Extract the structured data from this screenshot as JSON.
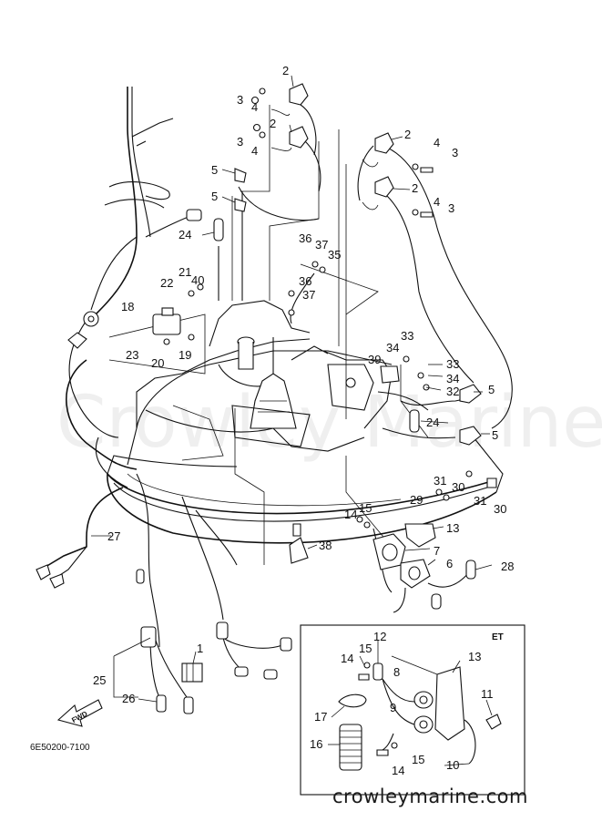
{
  "diagram": {
    "drawing_code": "6E50200-7100",
    "watermark": "Crowley Marine",
    "site": "crowleymarine.com",
    "inset_title": "ET",
    "fwd_label": "FWD",
    "callouts": [
      {
        "id": "c2a",
        "label": "2"
      },
      {
        "id": "c3a",
        "label": "3"
      },
      {
        "id": "c4a",
        "label": "4"
      },
      {
        "id": "c2b",
        "label": "2"
      },
      {
        "id": "c3b",
        "label": "3"
      },
      {
        "id": "c4b",
        "label": "4"
      },
      {
        "id": "c2c",
        "label": "2"
      },
      {
        "id": "c4c",
        "label": "4"
      },
      {
        "id": "c3c",
        "label": "3"
      },
      {
        "id": "c2d",
        "label": "2"
      },
      {
        "id": "c4d",
        "label": "4"
      },
      {
        "id": "c3d",
        "label": "3"
      },
      {
        "id": "c5a",
        "label": "5"
      },
      {
        "id": "c5b",
        "label": "5"
      },
      {
        "id": "c24a",
        "label": "24"
      },
      {
        "id": "c36a",
        "label": "36"
      },
      {
        "id": "c37a",
        "label": "37"
      },
      {
        "id": "c35",
        "label": "35"
      },
      {
        "id": "c21",
        "label": "21"
      },
      {
        "id": "c40",
        "label": "40"
      },
      {
        "id": "c22",
        "label": "22"
      },
      {
        "id": "c36b",
        "label": "36"
      },
      {
        "id": "c37b",
        "label": "37"
      },
      {
        "id": "c18",
        "label": "18"
      },
      {
        "id": "c23",
        "label": "23"
      },
      {
        "id": "c20",
        "label": "20"
      },
      {
        "id": "c19",
        "label": "19"
      },
      {
        "id": "c33a",
        "label": "33"
      },
      {
        "id": "c34a",
        "label": "34"
      },
      {
        "id": "c39",
        "label": "39"
      },
      {
        "id": "c33b",
        "label": "33"
      },
      {
        "id": "c34b",
        "label": "34"
      },
      {
        "id": "c32",
        "label": "32"
      },
      {
        "id": "c5c",
        "label": "5"
      },
      {
        "id": "c24b",
        "label": "24"
      },
      {
        "id": "c5d",
        "label": "5"
      },
      {
        "id": "c31a",
        "label": "31"
      },
      {
        "id": "c30a",
        "label": "30"
      },
      {
        "id": "c29",
        "label": "29"
      },
      {
        "id": "c31b",
        "label": "31"
      },
      {
        "id": "c30b",
        "label": "30"
      },
      {
        "id": "c15a",
        "label": "15"
      },
      {
        "id": "c14a",
        "label": "14"
      },
      {
        "id": "c13a",
        "label": "13"
      },
      {
        "id": "c38",
        "label": "38"
      },
      {
        "id": "c7",
        "label": "7"
      },
      {
        "id": "c6",
        "label": "6"
      },
      {
        "id": "c28",
        "label": "28"
      },
      {
        "id": "c27",
        "label": "27"
      },
      {
        "id": "c1",
        "label": "1"
      },
      {
        "id": "c25",
        "label": "25"
      },
      {
        "id": "c26",
        "label": "26"
      },
      {
        "id": "c12",
        "label": "12"
      },
      {
        "id": "c15b",
        "label": "15"
      },
      {
        "id": "c14b",
        "label": "14"
      },
      {
        "id": "c13b",
        "label": "13"
      },
      {
        "id": "c8",
        "label": "8"
      },
      {
        "id": "c9",
        "label": "9"
      },
      {
        "id": "c11",
        "label": "11"
      },
      {
        "id": "c17",
        "label": "17"
      },
      {
        "id": "c16",
        "label": "16"
      },
      {
        "id": "c15c",
        "label": "15"
      },
      {
        "id": "c14c",
        "label": "14"
      },
      {
        "id": "c10",
        "label": "10"
      }
    ]
  }
}
